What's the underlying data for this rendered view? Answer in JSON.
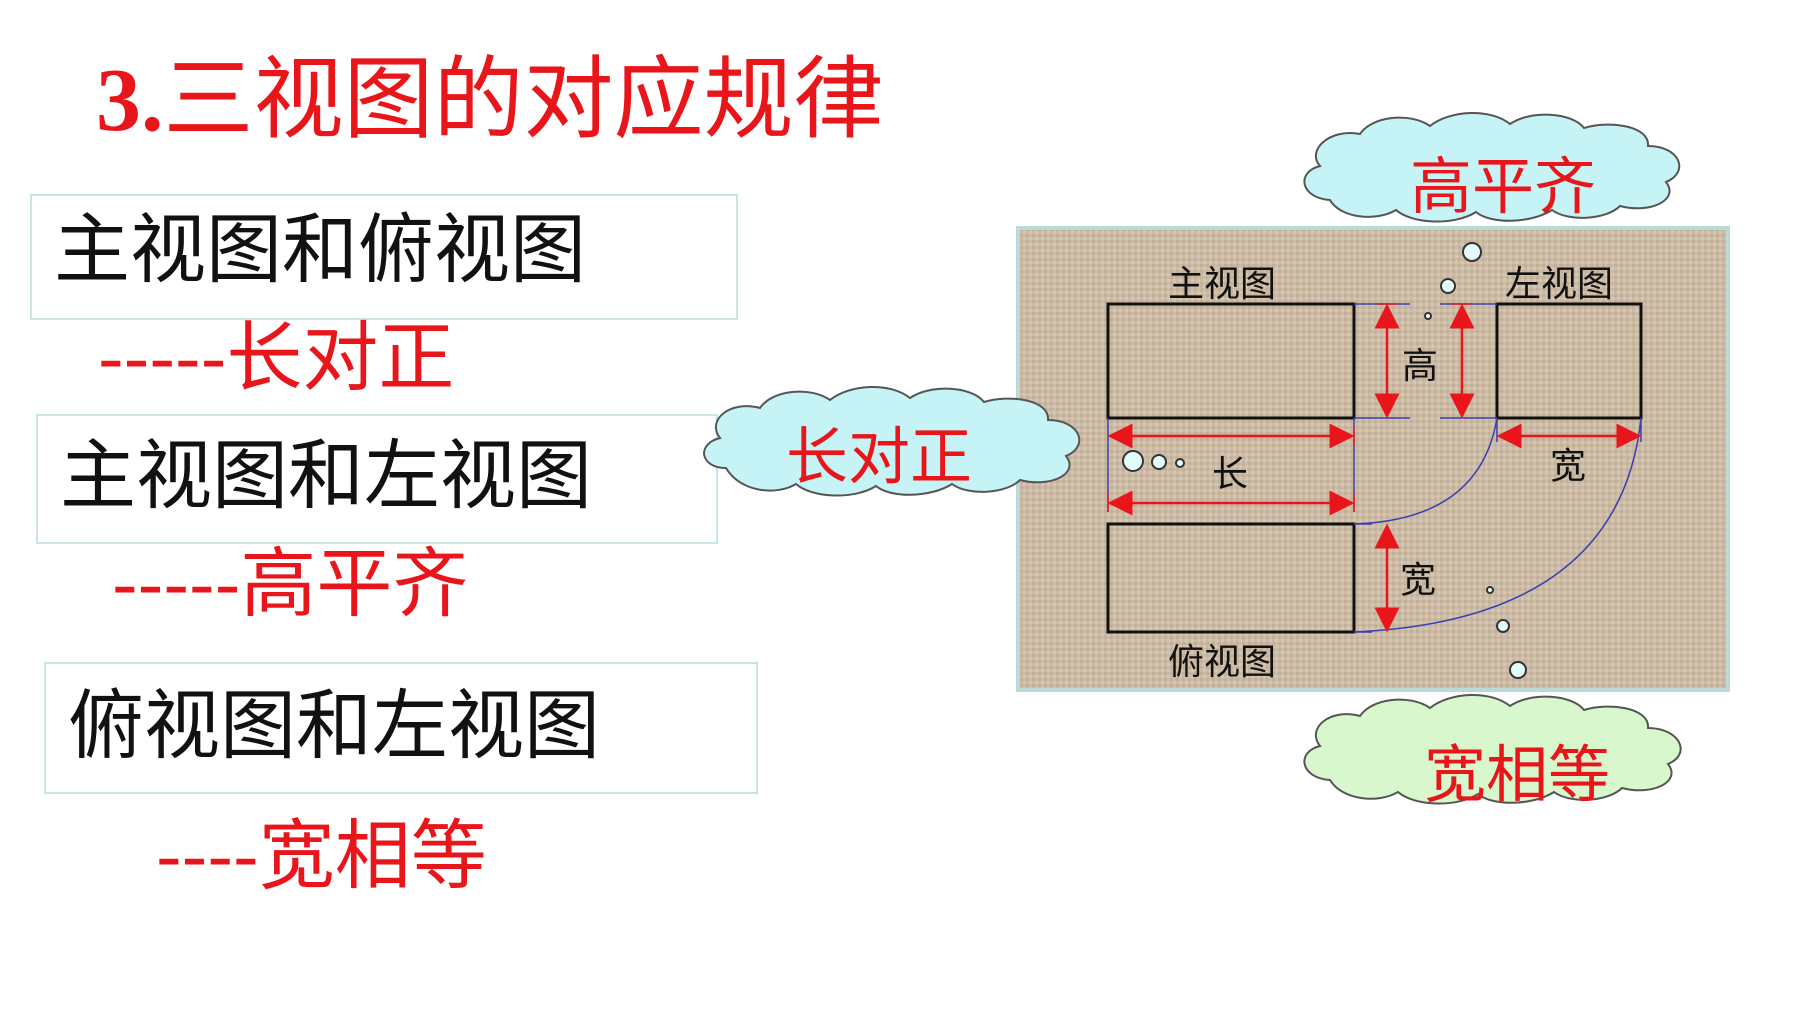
{
  "title": {
    "number": "3.",
    "text": "三视图的对应规律"
  },
  "rules": [
    {
      "pair": "主视图和俯视图",
      "dash": "-----",
      "rule": "长对正"
    },
    {
      "pair": "主视图和左视图",
      "dash": "-----",
      "rule": "高平齐"
    },
    {
      "pair": "俯视图和左视图",
      "dash": "----",
      "rule": "宽相等"
    }
  ],
  "diagram": {
    "front_view": "主视图",
    "left_view": "左视图",
    "top_view": "俯视图",
    "height": "高",
    "length": "长",
    "width_top": "宽",
    "width_side": "宽"
  },
  "clouds": {
    "high": "高平齐",
    "long": "长对正",
    "wide": "宽相等"
  },
  "colors": {
    "red": "#e8161b",
    "cloud_blue": "#c6f3f5",
    "cloud_green": "#d8f7cc",
    "panel": "#c9b9a3",
    "dim_blue": "#3b3fb0"
  }
}
